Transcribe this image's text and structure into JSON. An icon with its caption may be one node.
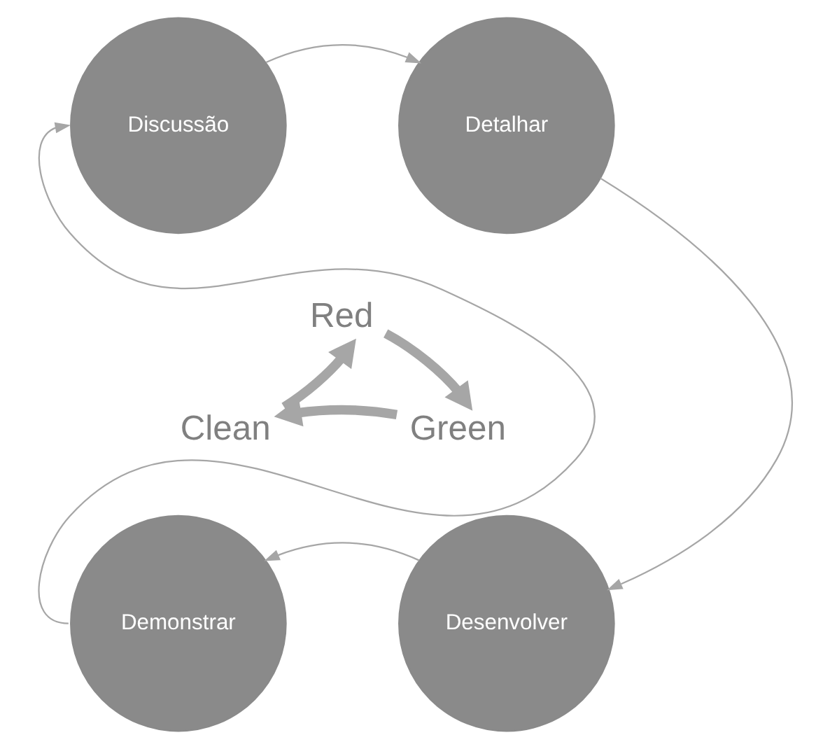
{
  "diagram": {
    "nodes": [
      {
        "text": [
          "Discussão"
        ]
      },
      {
        "text": [
          "Detalhar"
        ]
      },
      {
        "text": [
          "Desenvolver"
        ]
      },
      {
        "text": [
          "Demonstrar"
        ]
      },
      {
        "text": [
          "Red"
        ]
      },
      {
        "text": [
          "Green"
        ]
      },
      {
        "text": [
          "Clean"
        ]
      }
    ],
    "edges": [
      {
        "from": 0,
        "to": 1,
        "arrow": "to"
      },
      {
        "from": 1,
        "to": 2,
        "arrow": "to"
      },
      {
        "from": 2,
        "to": 3,
        "arrow": "to"
      },
      {
        "from": 3,
        "to": 0,
        "arrow": "to"
      },
      {
        "from": 4,
        "to": 5,
        "arrow": "to",
        "style": "thick"
      },
      {
        "from": 5,
        "to": 6,
        "arrow": "to",
        "style": "thick"
      },
      {
        "from": 6,
        "to": 4,
        "arrow": "to",
        "style": "thick"
      }
    ]
  }
}
